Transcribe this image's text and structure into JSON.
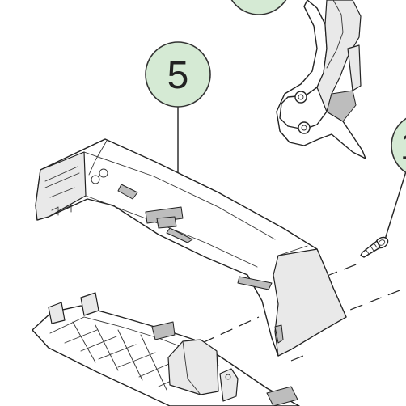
{
  "callouts": [
    {
      "id": "top",
      "label": ""
    },
    {
      "id": "main",
      "label": "5"
    },
    {
      "id": "right",
      "label": "1"
    }
  ],
  "colors": {
    "callout_fill": "#d5ead4",
    "line": "#222222"
  }
}
